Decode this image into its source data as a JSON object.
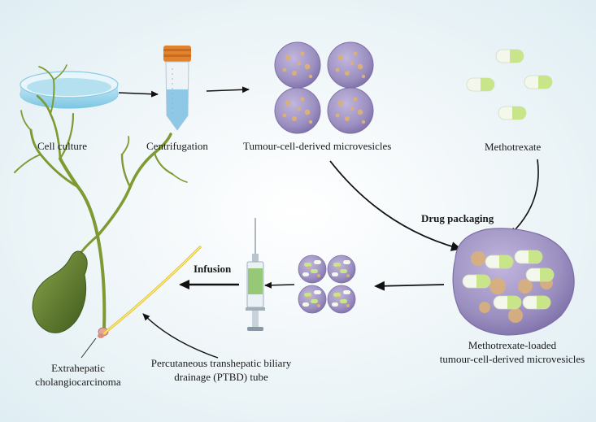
{
  "labels": {
    "cell_culture": "Cell culture",
    "centrifugation": "Centrifugation",
    "microvesicles": "Tumour-cell-derived microvesicles",
    "methotrexate": "Methotrexate",
    "drug_packaging": "Drug packaging",
    "loaded_line1": "Methotrexate-loaded",
    "loaded_line2": "tumour-cell-derived microvesicles",
    "infusion": "Infusion",
    "ptbd_line1": "Percutaneous transhepatic biliary",
    "ptbd_line2": "drainage (PTBD)  tube",
    "cca_line1": "Extrahepatic",
    "cca_line2": "cholangiocarcinoma"
  },
  "colors": {
    "vesicle": "#9b8fc0",
    "vesicle_dark": "#7d70a8",
    "granule": "#d9b07a",
    "capsule_green": "#c9e58a",
    "capsule_white": "#f4f7ec",
    "cap_orange": "#e0822e",
    "gallbladder": "#5c7a2e",
    "bile_duct": "#7e9a33",
    "tube": "#e6c62e"
  }
}
